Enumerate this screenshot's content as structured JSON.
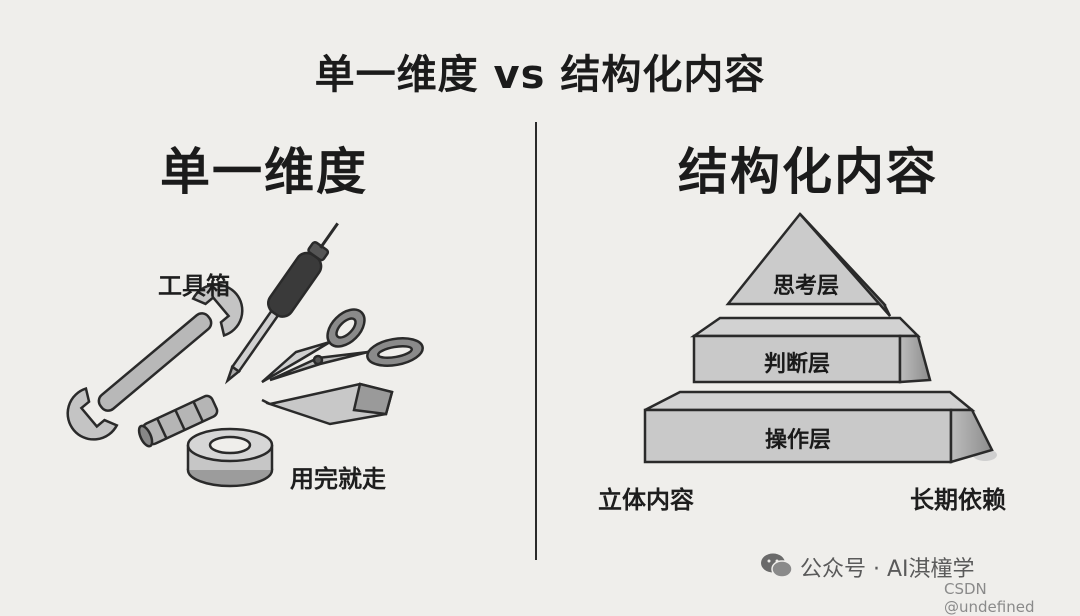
{
  "title": "单一维度 vs 结构化内容",
  "left": {
    "heading": "单一维度",
    "toolbox_label": "工具箱",
    "use_and_go_label": "用完就走"
  },
  "right": {
    "heading": "结构化内容",
    "layers": {
      "top": "思考层",
      "middle": "判断层",
      "bottom": "操作层"
    },
    "left_caption": "立体内容",
    "right_caption": "长期依赖"
  },
  "watermark": {
    "account": "公众号 · AI淇橦学",
    "csdn": "CSDN @undefined"
  }
}
